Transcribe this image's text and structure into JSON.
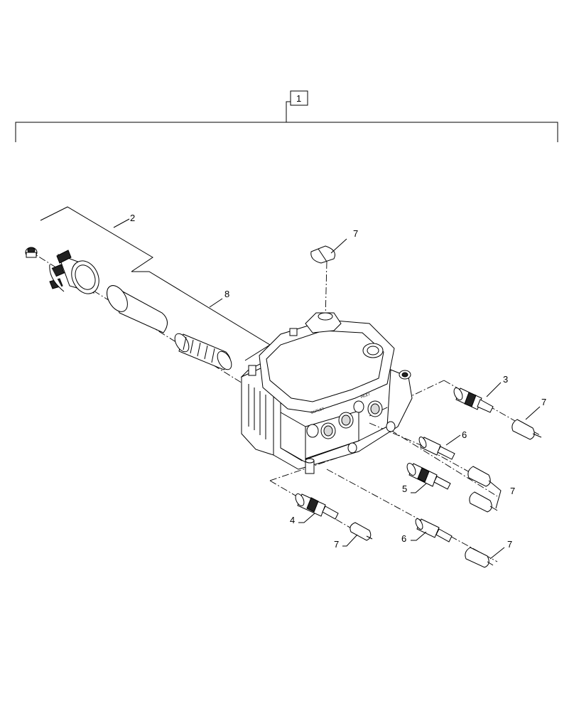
{
  "callouts": {
    "c1": "1",
    "c2": "2",
    "c3": "3",
    "c4": "4",
    "c5": "5",
    "c6a": "6",
    "c6b": "6",
    "c7a": "7",
    "c7b": "7",
    "c7c": "7",
    "c7d": "7",
    "c7e": "7",
    "c8": "8"
  },
  "valve_markings": {
    "outlet": "OUTLET",
    "inlet": "INLET"
  }
}
